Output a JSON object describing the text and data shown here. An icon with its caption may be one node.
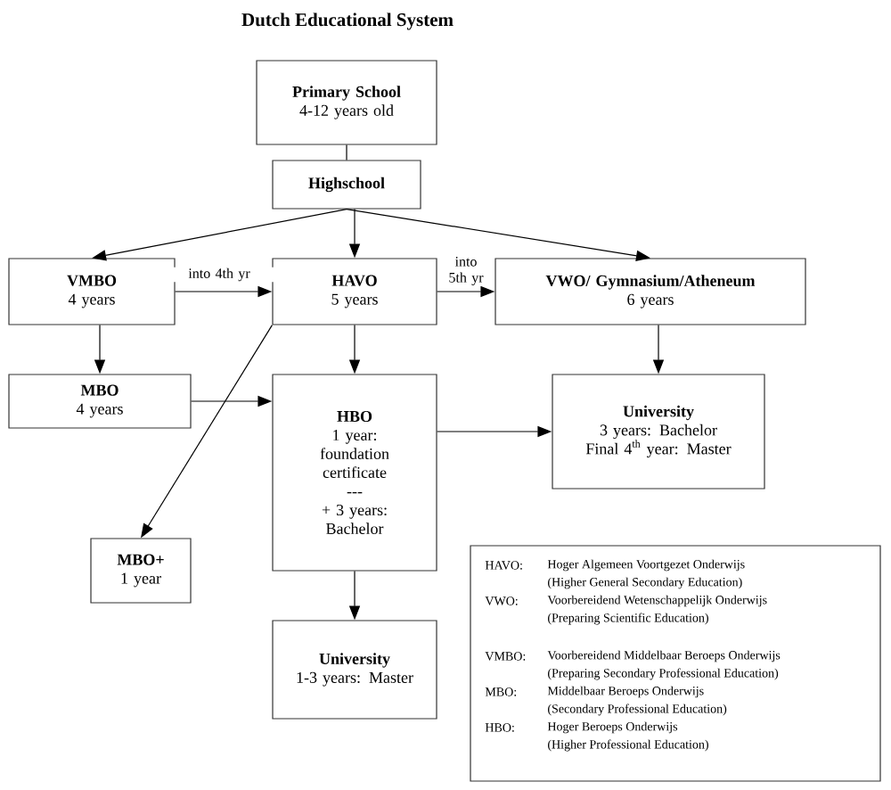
{
  "diagram": {
    "title": "Dutch Educational System",
    "nodes": [
      {
        "text": [
          "Primary School",
          "4-12 years old"
        ]
      },
      {
        "text": [
          "Highschool"
        ]
      },
      {
        "text": [
          "VMBO",
          "4 years"
        ]
      },
      {
        "text": [
          "HAVO",
          "5 years"
        ]
      },
      {
        "text": [
          "VWO/ Gymnasium/Atheneum",
          "6 years"
        ]
      },
      {
        "text": [
          "MBO",
          "4 years"
        ]
      },
      {
        "text": [
          "HBO",
          "1 year: foundation certificate",
          "---",
          "+ 3 years: Bachelor"
        ]
      },
      {
        "text": [
          "University",
          "3 years: Bachelor",
          "Final 4$^{th}$ year: Master"
        ]
      },
      {
        "text": [
          "MBO+",
          "1 year"
        ]
      },
      {
        "text": [
          "University",
          "1-3 years: Master"
        ]
      },
      {
        "text": [
          "HAVO:",
          "Hoger Algemeen Voortgezet Onderwijs",
          "(Higher General Secondary Education)",
          "VWO:",
          "Voorbereidend Wetenschappelijk Onderwijs",
          "(Preparing Scientific Education)",
          "VMBO:",
          "Voorbereidend Middelbaar Beroeps Onderwijs",
          "(Preparing Secondary Professional Education)",
          "MBO:",
          "Middelbaar Beroeps Onderwijs",
          "(Secondary Professional Education)",
          "HBO:",
          "Hoger Beroeps Onderwijs",
          "(Higher Professional Education)"
        ]
      }
    ],
    "edges": [
      {
        "from": 0,
        "to": 1,
        "arrow": "none"
      },
      {
        "from": 1,
        "to": 2,
        "arrow": "to"
      },
      {
        "from": 1,
        "to": 3,
        "arrow": "to"
      },
      {
        "from": 1,
        "to": 4,
        "arrow": "to"
      },
      {
        "from": 2,
        "to": 3,
        "arrow": "to",
        "label": "into 4th yr"
      },
      {
        "from": 3,
        "to": 4,
        "arrow": "to",
        "label": "into 5th yr"
      },
      {
        "from": 2,
        "to": 5,
        "arrow": "to"
      },
      {
        "from": 3,
        "to": 6,
        "arrow": "to"
      },
      {
        "from": 4,
        "to": 7,
        "arrow": "to"
      },
      {
        "from": 5,
        "to": 6,
        "arrow": "to"
      },
      {
        "from": 3,
        "to": 8,
        "arrow": "to"
      },
      {
        "from": 6,
        "to": 7,
        "arrow": "to"
      },
      {
        "from": 6,
        "to": 9,
        "arrow": "to"
      }
    ]
  }
}
